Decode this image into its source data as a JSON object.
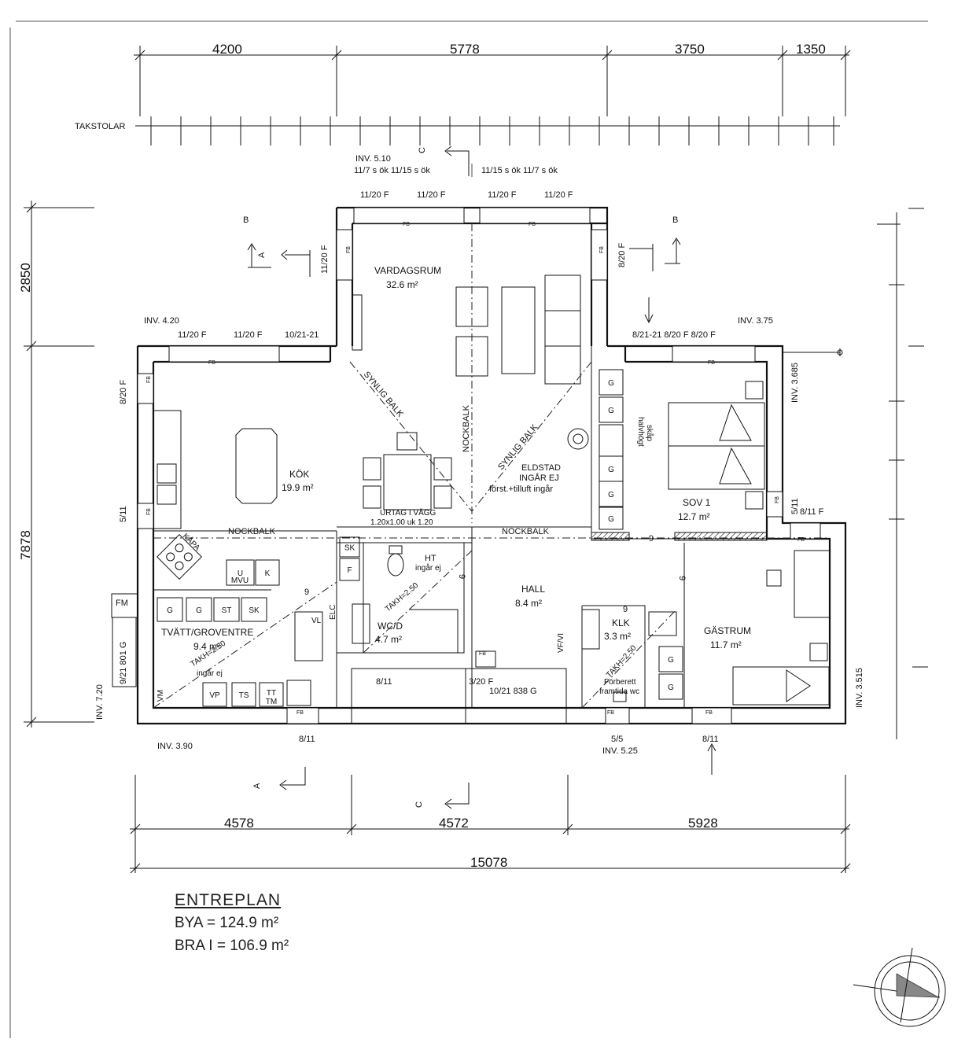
{
  "dimensions": {
    "top": [
      "4200",
      "5778",
      "3750",
      "1350"
    ],
    "bottom": [
      "4578",
      "4572",
      "5928"
    ],
    "total": "15078",
    "left_upper": "2850",
    "left_lower": "7878",
    "takstolar": "TAKSTOLAR"
  },
  "sections": {
    "b": "B",
    "a": "A",
    "c": "C"
  },
  "top_notes": {
    "inv": "INV. 5.10",
    "left": "11/7 s ök 11/15 s ök",
    "right": "11/15 s ök 11/7 s ök"
  },
  "windows": {
    "w1": "11/20 F",
    "w2": "11/20 F",
    "w3": "11/20 F",
    "w4": "11/20 F",
    "w_lv_left": "11/20 F",
    "w_lv_right": "8/20 F",
    "w_kitchen1": "11/20 F",
    "w_kitchen2": "11/20 F",
    "door_kitchen": "10/21-21",
    "w_bed": "8/21-21 8/20 F 8/20 F",
    "w_kok_side": "8/20 F",
    "w_small_left": "5/11",
    "w_small_right": "5/11",
    "w_small_right2": "8/11 F",
    "w_bottom_left": "8/11",
    "w_bottom_hall": "8/11",
    "w_bottom_5_5": "5/5",
    "w_bottom_guest": "8/11",
    "door_front": "10/21 838 G",
    "door_front_w": "3/20 F",
    "door_side": "9/21 801 G"
  },
  "inv": {
    "kok": "INV. 4.20",
    "sov": "INV. 3.75",
    "right_upper": "INV. 3.685",
    "left_lower": "INV. 7.20",
    "bottom_left": "INV. 3.90",
    "bottom_right": "INV. 5.25",
    "right_lower": "INV. 3.515"
  },
  "rooms": [
    {
      "id": "vardagsrum",
      "name": "VARDAGSRUM",
      "area": "32.6 m²"
    },
    {
      "id": "kok",
      "name": "KÖK",
      "area": "19.9 m²"
    },
    {
      "id": "sov",
      "name": "SOV 1",
      "area": "12.7 m²"
    },
    {
      "id": "hall",
      "name": "HALL",
      "area": "8.4 m²"
    },
    {
      "id": "gastrum",
      "name": "GÄSTRUM",
      "area": "11.7 m²"
    },
    {
      "id": "tvatt",
      "name": "TVÄTT/GROVENTRE",
      "area": "9.4 m²"
    },
    {
      "id": "wcd",
      "name": "WC/D",
      "area": "4.7 m²"
    },
    {
      "id": "klk",
      "name": "KLK",
      "area": "3.3 m²"
    }
  ],
  "annotations": {
    "synlig_balk": "SYNLIG BALK",
    "nockbalk": "NOCKBALK",
    "eldstad1": "ELDSTAD",
    "eldstad2": "INGÅR EJ",
    "eldstad3": "först.+tilluft ingår",
    "urtag1": "URTAG I VÄGG",
    "urtag2": "1.20x1.00 uk 1.20",
    "ht1": "HT",
    "ht2": "ingår ej",
    "takh": "TAKH=2.50",
    "ingar_ej": "ingår ej",
    "forberett1": "Förberett",
    "forberett2": "framtida wc",
    "halvhogt1": "halvhögt",
    "halvhogt2": "skåp",
    "kapa": "KÅPA",
    "fm": "FM",
    "vf": "VF/VI",
    "nine": "9",
    "elc": "ELC",
    "vl": "VL",
    "fb": "FB"
  },
  "fixtures": {
    "g": "G",
    "st": "ST",
    "sk": "SK",
    "u": "U",
    "mvu": "MVU",
    "k": "K",
    "f": "F",
    "vp": "VP",
    "ts": "TS",
    "tt": "TT",
    "tm": "TM",
    "vm": "VM"
  },
  "legend": {
    "title": "ENTREPLAN",
    "bya": "BYA = 124.9 m²",
    "bra": "BRA I = 106.9 m²"
  }
}
